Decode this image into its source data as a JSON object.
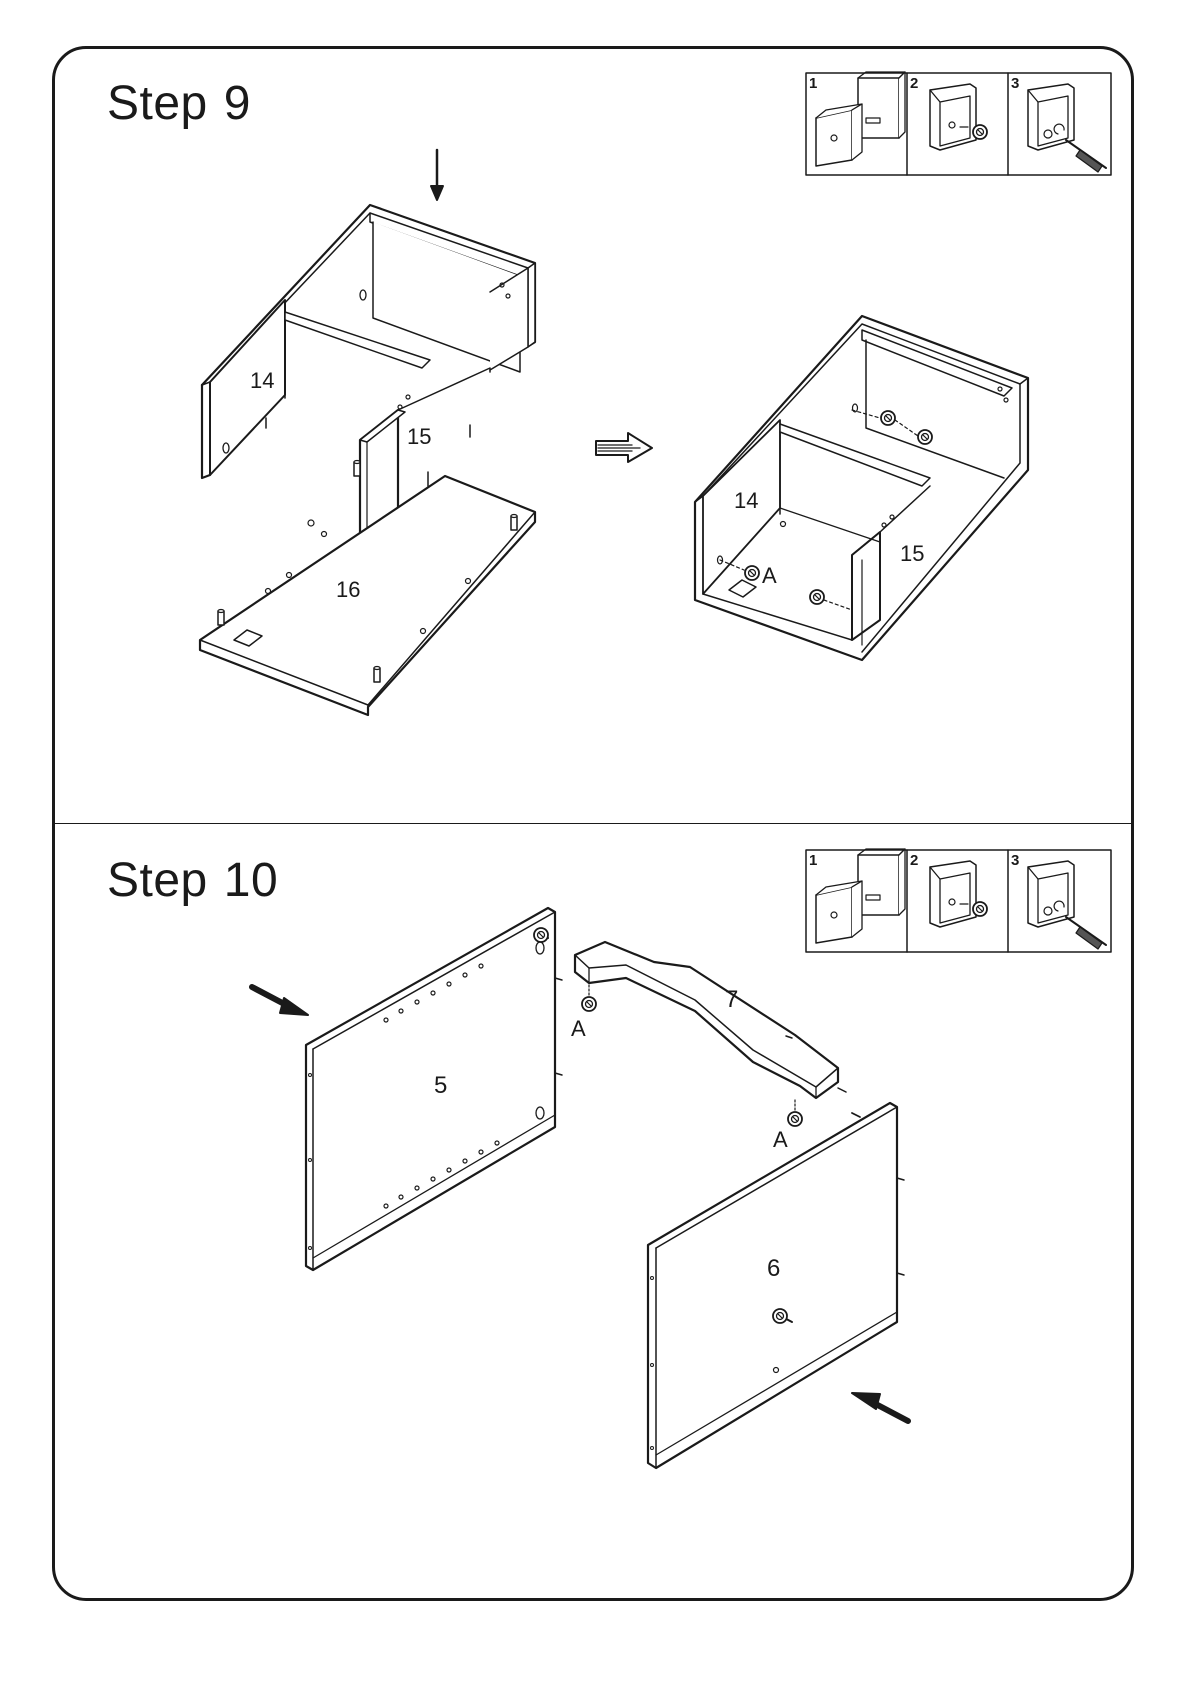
{
  "steps": [
    {
      "word": "Step",
      "number": "9",
      "legend_numbers": [
        "1",
        "2",
        "3"
      ],
      "panel_labels": {
        "left_side": "14",
        "divider": "15",
        "bottom": "16"
      },
      "result_labels": {
        "left_side": "14",
        "divider": "15",
        "cam_lock": "A"
      }
    },
    {
      "word": "Step",
      "number": "10",
      "legend_numbers": [
        "1",
        "2",
        "3"
      ],
      "panel_labels": {
        "left_panel": "5",
        "right_panel": "6",
        "rail": "7"
      },
      "cam_labels": [
        "A",
        "A"
      ]
    }
  ],
  "colors": {
    "ink": "#1a1a1a",
    "paper": "#ffffff"
  },
  "icons": [
    "down-arrow-icon",
    "right-arrow-icon",
    "diagonal-arrow-icon",
    "screwdriver-icon",
    "cam-lock-icon",
    "dowel-icon"
  ]
}
